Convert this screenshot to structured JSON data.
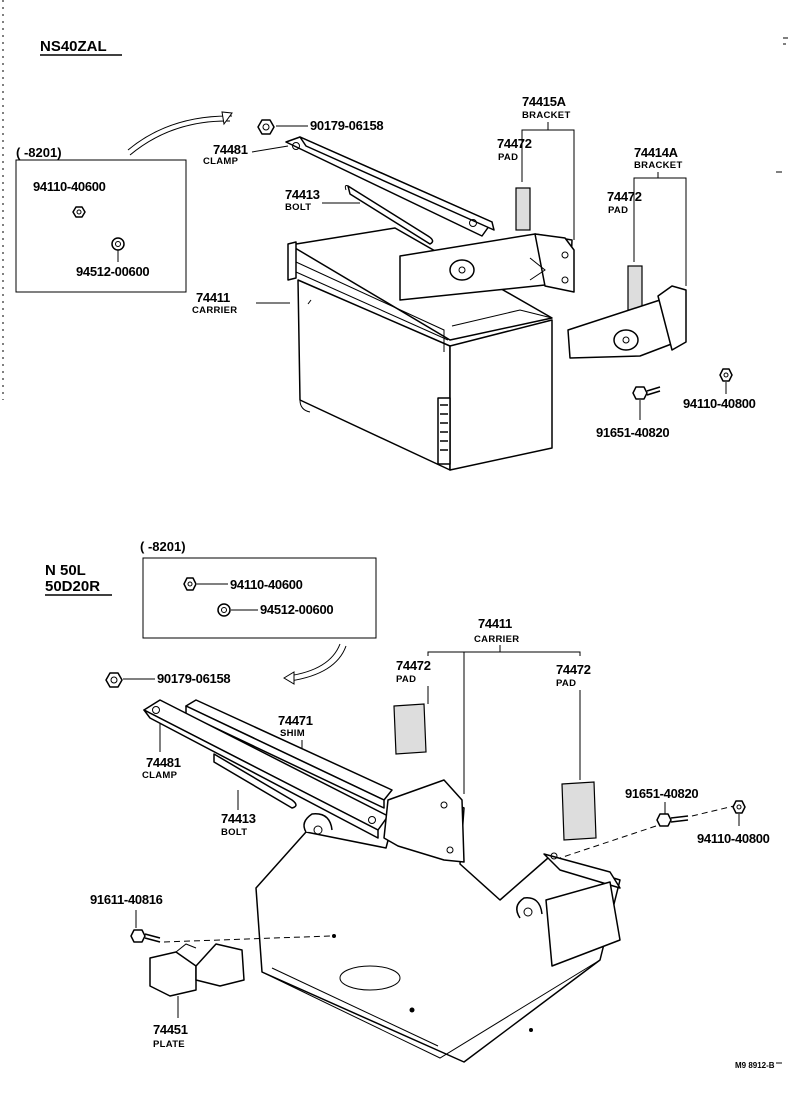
{
  "section_top": {
    "model": "NS40ZAL",
    "date_range": "(      -8201)",
    "inset_parts": [
      "94110-40600",
      "94512-00600"
    ],
    "parts": [
      {
        "number": "90179-06158",
        "name": ""
      },
      {
        "number": "74481",
        "name": "CLAMP"
      },
      {
        "number": "74413",
        "name": "BOLT"
      },
      {
        "number": "74411",
        "name": "CARRIER"
      },
      {
        "number": "74415A",
        "name": "BRACKET"
      },
      {
        "number": "74472",
        "name": "PAD"
      },
      {
        "number": "74414A",
        "name": "BRACKET"
      },
      {
        "number": "74472",
        "name": "PAD"
      },
      {
        "number": "91651-40820",
        "name": ""
      },
      {
        "number": "94110-40800",
        "name": ""
      }
    ]
  },
  "section_bottom": {
    "model_line1": "N  50L",
    "model_line2": "50D20R",
    "date_range": "(      -8201)",
    "inset_parts": [
      "94110-40600",
      "94512-00600"
    ],
    "parts": [
      {
        "number": "90179-06158",
        "name": ""
      },
      {
        "number": "74471",
        "name": "SHIM"
      },
      {
        "number": "74481",
        "name": "CLAMP"
      },
      {
        "number": "74413",
        "name": "BOLT"
      },
      {
        "number": "74411",
        "name": "CARRIER"
      },
      {
        "number": "74472",
        "name": "PAD"
      },
      {
        "number": "74472",
        "name": "PAD"
      },
      {
        "number": "91651-40820",
        "name": ""
      },
      {
        "number": "94110-40800",
        "name": ""
      },
      {
        "number": "91611-40816",
        "name": ""
      },
      {
        "number": "74451",
        "name": "PLATE"
      }
    ]
  },
  "footer_code": "M9  8912-B"
}
